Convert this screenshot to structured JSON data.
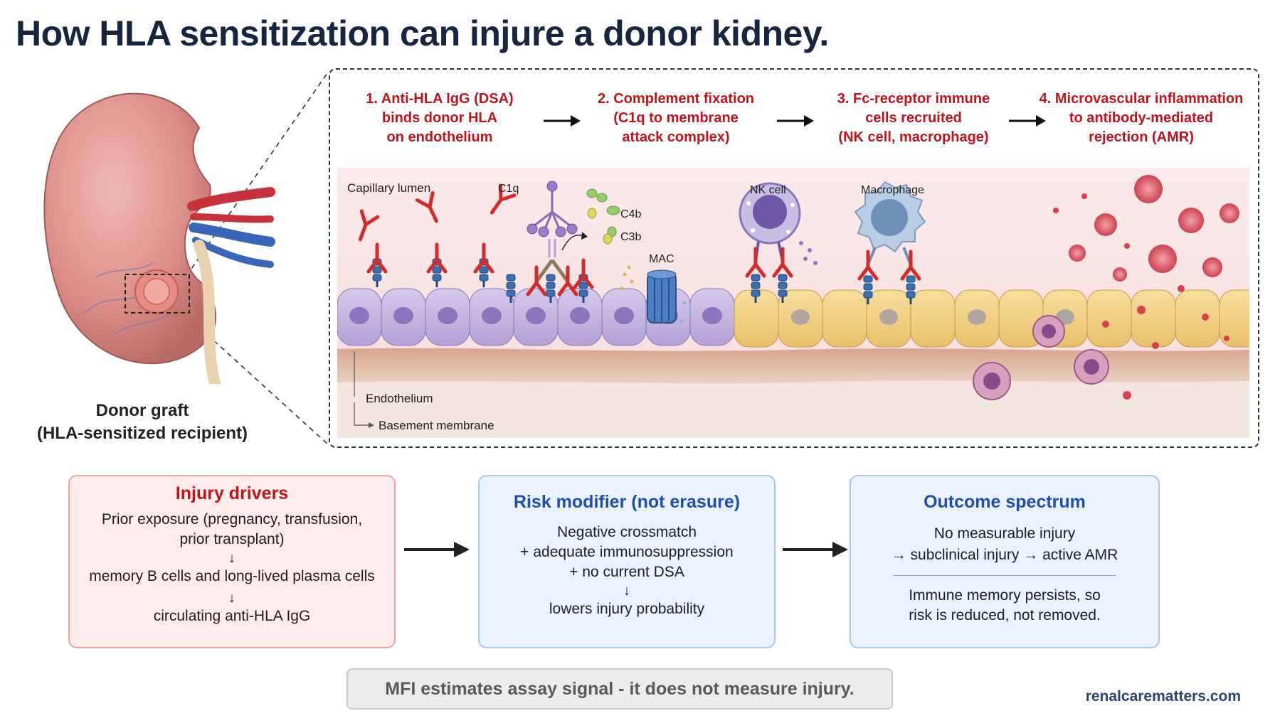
{
  "title": "How HLA sensitization can injure a donor kidney.",
  "graft": {
    "caption_line1": "Donor graft",
    "caption_line2": "(HLA-sensitized recipient)"
  },
  "steps": [
    {
      "number": "1.",
      "lines": [
        "1. Anti-HLA IgG (DSA)",
        "binds donor HLA",
        "on endothelium"
      ]
    },
    {
      "number": "2.",
      "lines": [
        "2. Complement fixation",
        "(C1q to membrane",
        "attack complex)"
      ]
    },
    {
      "number": "3.",
      "lines": [
        "3. Fc-receptor immune",
        "cells recruited",
        "(NK cell, macrophage)"
      ]
    },
    {
      "number": "4.",
      "lines": [
        "4. Microvascular inflammation",
        "to antibody-mediated",
        "rejection (AMR)"
      ]
    }
  ],
  "scene": {
    "capillary_lumen": "Capillary lumen",
    "c1q": "C1q",
    "c4b": "C4b",
    "c3b": "C3b",
    "mac": "MAC",
    "nk_cell": "NK cell",
    "macrophage": "Macrophage",
    "endothelium": "Endothelium",
    "basement_membrane": "Basement membrane"
  },
  "boxes": {
    "drivers": {
      "title": "Injury drivers",
      "line1": "Prior exposure (pregnancy, transfusion,",
      "line2": "prior transplant)",
      "arrow1": "↓",
      "line3": "memory B cells and long-lived plasma cells",
      "arrow2": "↓",
      "line4": "circulating anti-HLA IgG"
    },
    "modifier": {
      "title": "Risk modifier (not erasure)",
      "line1": "Negative crossmatch",
      "line2": "+ adequate immunosuppression",
      "line3": "+ no current DSA",
      "arrow": "↓",
      "line4": "lowers injury probability"
    },
    "outcome": {
      "title": "Outcome spectrum",
      "line1": "No measurable injury",
      "line2": "→ subclinical injury → active AMR",
      "line3": "Immune memory persists, so",
      "line4": "risk is reduced, not removed."
    }
  },
  "note": "MFI estimates assay signal - it does not measure injury.",
  "website": "renalcarematters.com",
  "colors": {
    "title": "#17253f",
    "step_red": "#c0141c",
    "box_title_blue": "#1f4fa8",
    "antibody_red": "#d42a2a",
    "hla_blue": "#2d5f9e"
  }
}
